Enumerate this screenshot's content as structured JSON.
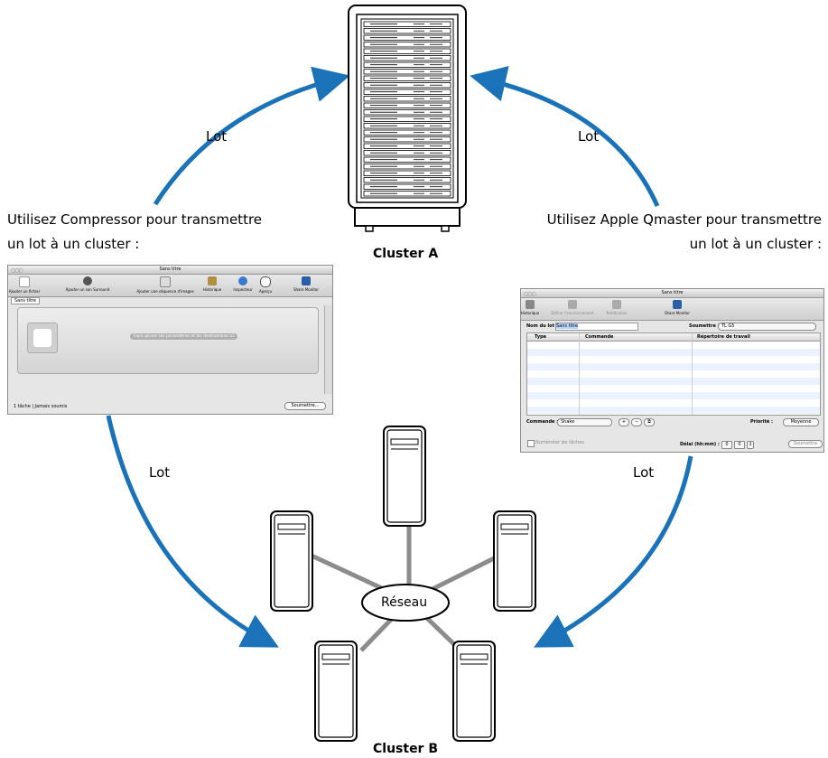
{
  "labels": {
    "lot": "Lot",
    "left_caption_line1": "Utilisez Compressor pour transmettre",
    "left_caption_line2": "un lot à un cluster :",
    "right_caption_line1": "Utilisez Apple Qmaster pour transmettre",
    "right_caption_line2": "un lot à un cluster :",
    "cluster_a": "Cluster A",
    "cluster_b": "Cluster B",
    "network": "Réseau"
  },
  "compressor_window": {
    "title": "Sans titre",
    "toolbar": [
      "Ajouter un fichier",
      "Ajouter un son Surround",
      "Ajouter une séquence d'images",
      "Historique",
      "Inspecteur",
      "Aperçu",
      "Share Monitor"
    ],
    "tab": "Sans titre",
    "drop_hint": "Faire glisser les paramètres et les destinations ici",
    "status": "1 tâche  |  Jamais soumis",
    "submit": "Soumettre..."
  },
  "qmaster_window": {
    "title": "Sans titre",
    "toolbar": [
      "Historique",
      "Définir l'environnement",
      "Notification",
      "Share Monitor"
    ],
    "batch_name_label": "Nom du lot :",
    "batch_name_value": "Sans titre",
    "submit_to_label": "Soumettre à :",
    "submit_to_value": "TL G5",
    "columns": [
      "Type",
      "Commande",
      "Répertoire de travail"
    ],
    "command_label": "Commande :",
    "command_value": "Shake",
    "priority_label": "Priorité :",
    "priority_value": "Moyenne",
    "number_tasks": "Numéroter les tâches",
    "delay_label": "Délai (hh:mm) :",
    "delay_h": "0",
    "delay_m": "0",
    "submit": "Soumettre"
  },
  "colors": {
    "arrow": "#1a73b8",
    "network_line": "#8c8c8c"
  }
}
